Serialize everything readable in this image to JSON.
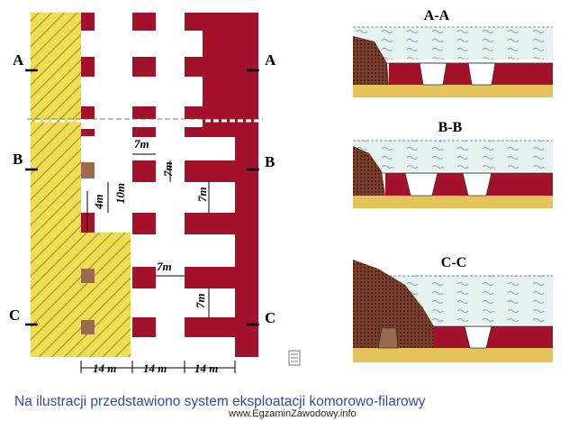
{
  "plan": {
    "section_marks": {
      "a": "A",
      "b": "B",
      "c": "C"
    },
    "dims": {
      "pillar_w": "7m",
      "pillar_h": "7m",
      "chamber_gap": "7m",
      "gap_right": "7m",
      "gap_4m": "4m",
      "gap_10m": "10m",
      "gap_lower": "7m",
      "bottom_1": "14 m",
      "bottom_2": "14 m",
      "bottom_3": "14 m"
    }
  },
  "sections": {
    "aa_title": "A-A",
    "bb_title": "B-B",
    "cc_title": "C-C"
  },
  "caption": "Na ilustracji przedstawiono system eksploatacji komorowo-filarowy",
  "footer": "www.EgzaminZawodowy.info",
  "colors": {
    "pillar": "#a3122a",
    "goaf": "#eedd55",
    "rock": "#7a3e2c",
    "floor": "#e3c35a",
    "roof": "#e6f2f2"
  }
}
